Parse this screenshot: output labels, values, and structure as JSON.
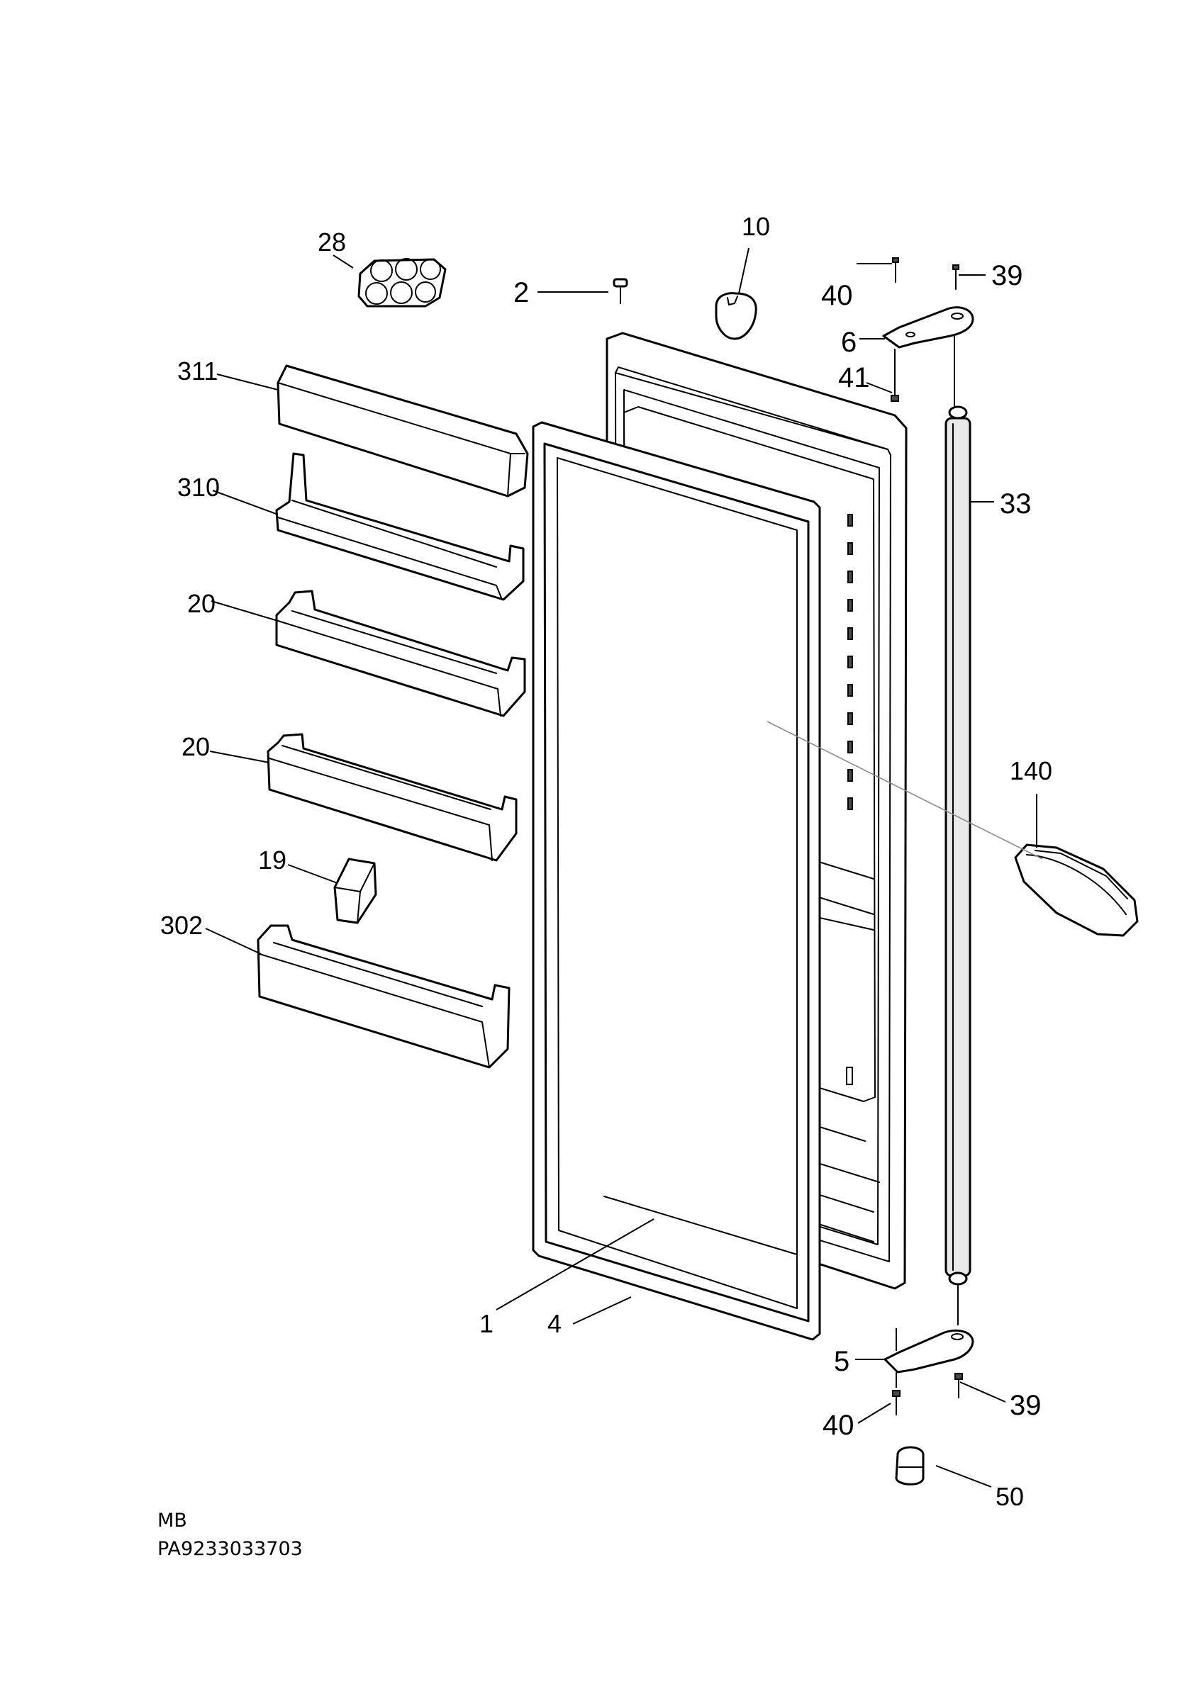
{
  "labels": {
    "p28": "28",
    "p10": "10",
    "p2": "2",
    "p40_top": "40",
    "p39_top": "39",
    "p6": "6",
    "p41": "41",
    "p311": "311",
    "p310": "310",
    "p33": "33",
    "p20_a": "20",
    "p20_b": "20",
    "p140": "140",
    "p19": "19",
    "p302": "302",
    "p1": "1",
    "p4": "4",
    "p5": "5",
    "p39_bottom": "39",
    "p40_bottom": "40",
    "p50": "50"
  },
  "footer": {
    "line1": "MB",
    "line2": "PA9233033703"
  }
}
